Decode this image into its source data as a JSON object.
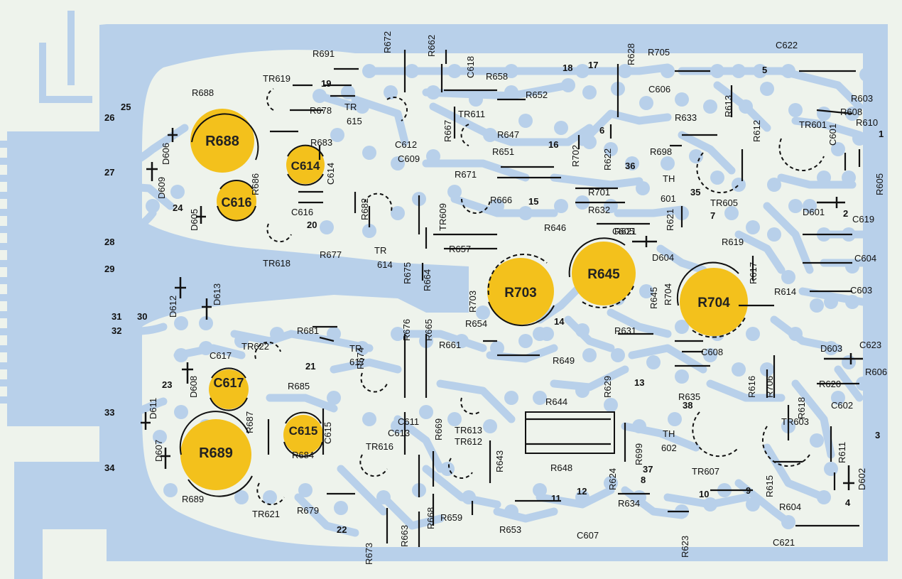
{
  "colors": {
    "paper": "#eef3ec",
    "copper": "#b8d0ea",
    "trace_dark": "#9fbfe0",
    "highlight": "#f3c11c",
    "ink": "#111111"
  },
  "highlighted_components": [
    {
      "label": "R688"
    },
    {
      "label": "C614"
    },
    {
      "label": "C616"
    },
    {
      "label": "R703"
    },
    {
      "label": "R645"
    },
    {
      "label": "R704"
    },
    {
      "label": "C617"
    },
    {
      "label": "C615"
    },
    {
      "label": "R689"
    }
  ],
  "component_labels": [
    "R691",
    "R672",
    "R662",
    "C618",
    "R628",
    "R705",
    "C622",
    "TR619",
    "R688",
    "R678",
    "TR",
    "615",
    "R658",
    "R652",
    "C606",
    "R603",
    "R608",
    "R610",
    "R683",
    "C612",
    "C609",
    "R667",
    "TR611",
    "R647",
    "R651",
    "R633",
    "R613",
    "R612",
    "TR601",
    "C601",
    "R702",
    "R622",
    "R698",
    "TH",
    "601",
    "R605",
    "D606",
    "D609",
    "D605",
    "R686",
    "C614",
    "C616",
    "R682",
    "R671",
    "TR609",
    "R666",
    "R701",
    "R632",
    "C605",
    "R621",
    "TR605",
    "D601",
    "C619",
    "TR618",
    "R677",
    "TR",
    "614",
    "R646",
    "R657",
    "R621",
    "D604",
    "R619",
    "C604",
    "R675",
    "R664",
    "R703",
    "R617",
    "R614",
    "C603",
    "D612",
    "D613",
    "R645",
    "R704",
    "R681",
    "R674",
    "TR",
    "617",
    "R676",
    "R665",
    "R654",
    "R661",
    "R631",
    "C608",
    "D603",
    "C623",
    "TR622",
    "C617",
    "R685",
    "R649",
    "R629",
    "R616",
    "R706",
    "R606",
    "R620",
    "D608",
    "R687",
    "R644",
    "R635",
    "R618",
    "C602",
    "D611",
    "C615",
    "C611",
    "C613",
    "R669",
    "TR613",
    "TR612",
    "R699",
    "TH",
    "602",
    "TR603",
    "D607",
    "R684",
    "TR616",
    "R643",
    "R648",
    "R624",
    "TR607",
    "R615",
    "R611",
    "D602",
    "R689",
    "TR621",
    "R679",
    "R673",
    "R663",
    "R668",
    "R659",
    "R653",
    "C607",
    "R634",
    "R623",
    "R604",
    "C621"
  ],
  "pin_numbers": [
    "25",
    "26",
    "27",
    "24",
    "28",
    "29",
    "31",
    "30",
    "32",
    "23",
    "33",
    "34",
    "22",
    "19",
    "20",
    "21",
    "18",
    "17",
    "5",
    "16",
    "6",
    "36",
    "15",
    "35",
    "7",
    "14",
    "13",
    "38",
    "37",
    "8",
    "12",
    "11",
    "10",
    "9",
    "4",
    "3",
    "2",
    "1"
  ]
}
